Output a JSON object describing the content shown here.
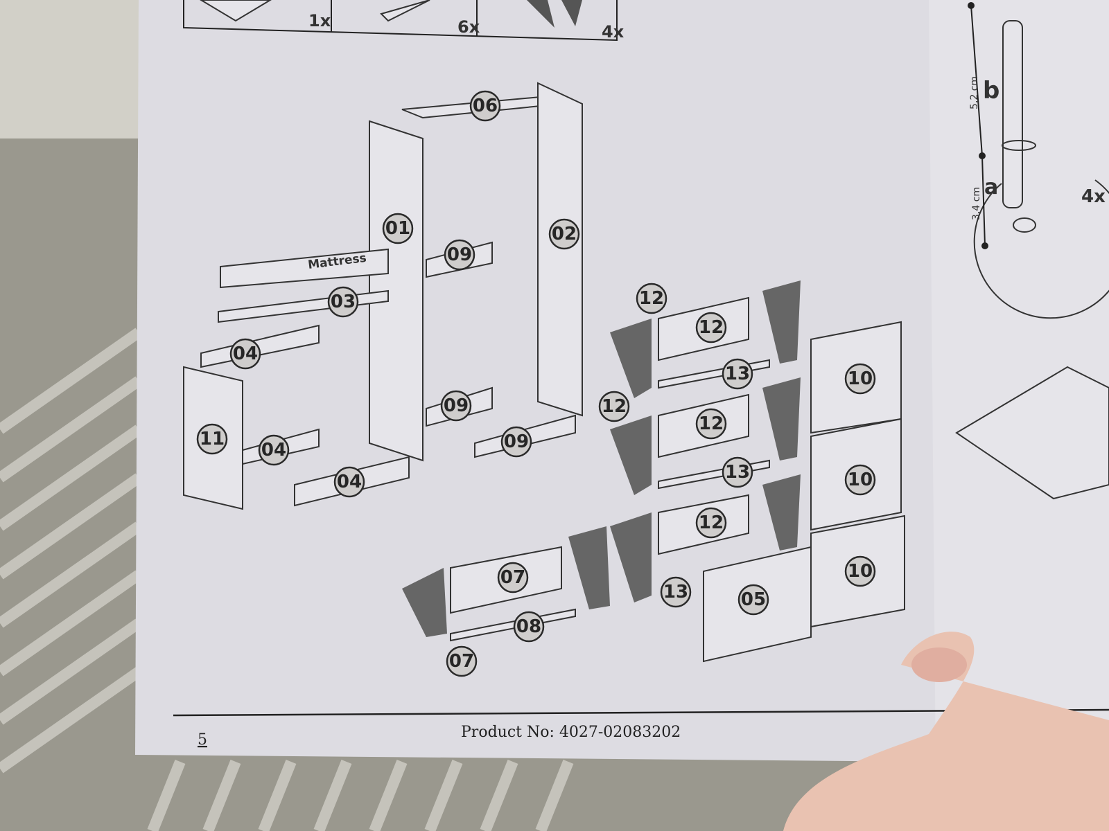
{
  "parts_table": {
    "quantities": [
      "1x",
      "6x",
      "4x"
    ]
  },
  "labels": {
    "mattress": "Mattress",
    "p01": "01",
    "p02": "02",
    "p03": "03",
    "p04a": "04",
    "p04b": "04",
    "p04c": "04",
    "p05": "05",
    "p06": "06",
    "p07a": "07",
    "p07b": "07",
    "p08": "08",
    "p09a": "09",
    "p09b": "09",
    "p09c": "09",
    "p10a": "10",
    "p10b": "10",
    "p10c": "10",
    "p11": "11",
    "p12a": "12",
    "p12b": "12",
    "p12c": "12",
    "p12d": "12",
    "p12e": "12",
    "p13a": "13",
    "p13b": "13",
    "p13c": "13"
  },
  "leg_detail": {
    "a_label": "a",
    "b_label": "b",
    "a_size": "3,4 cm",
    "b_size": "5,2 cm",
    "quantity": "4x"
  },
  "footer": {
    "page_number": "5",
    "product_no": "Product No: 4027-02083202"
  }
}
